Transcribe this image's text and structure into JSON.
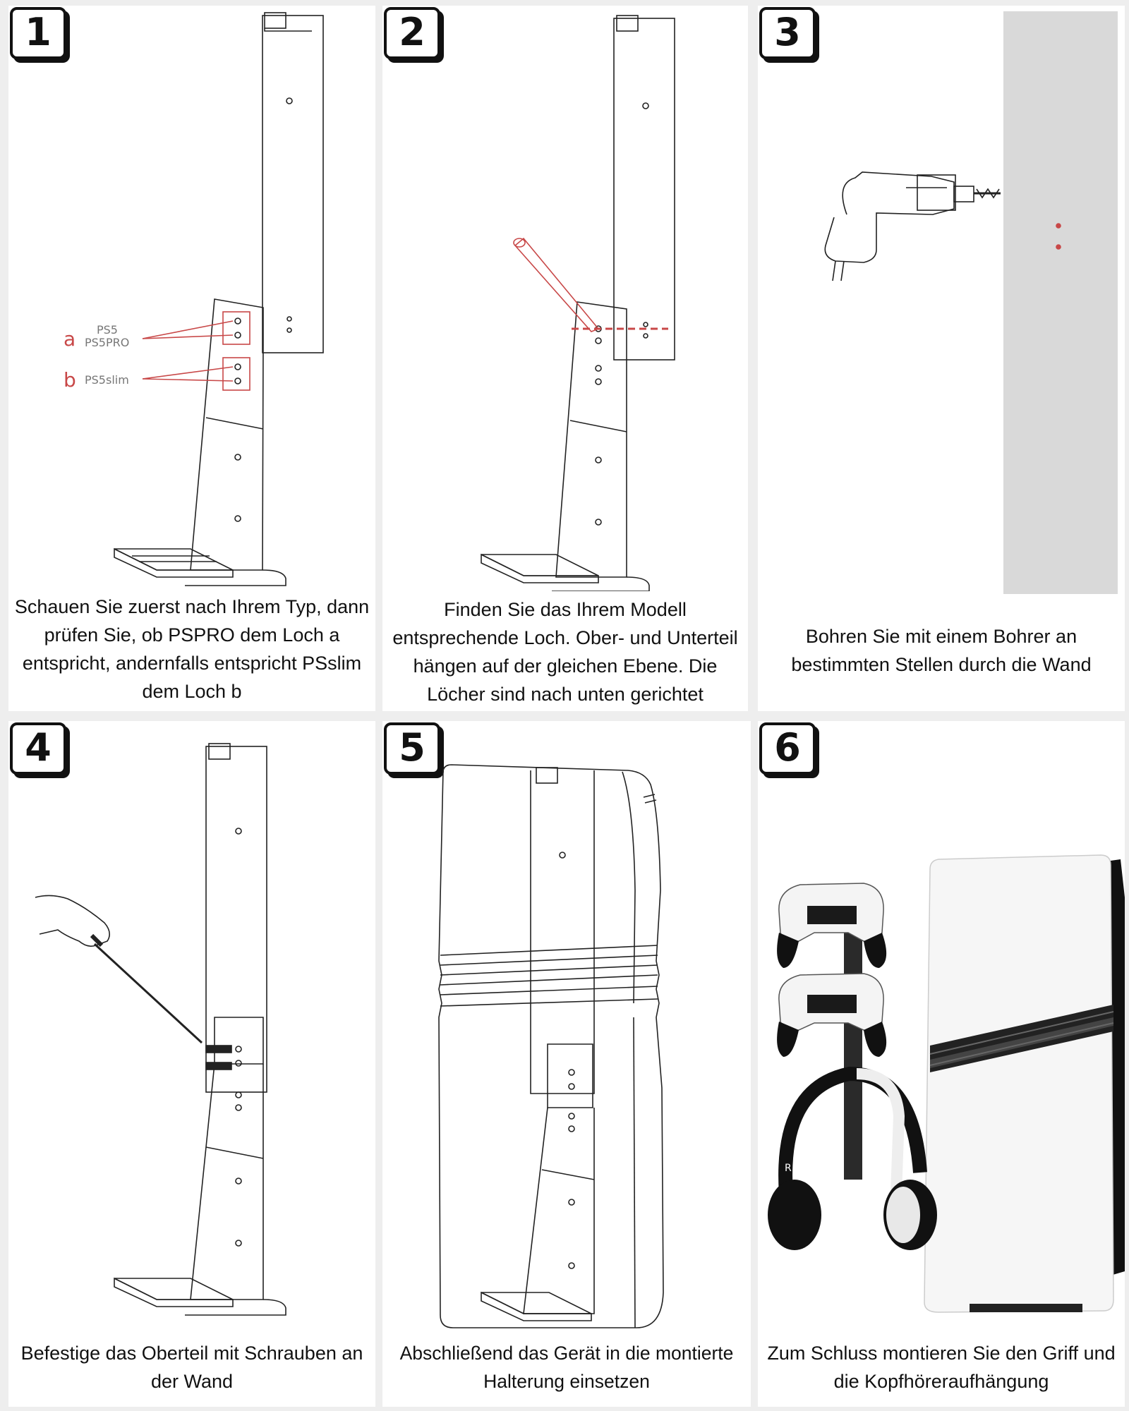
{
  "steps": [
    {
      "number": "1",
      "caption": "Schauen Sie zuerst nach Ihrem Typ, dann prüfen Sie, ob PSPRO dem Loch a entspricht, andernfalls entspricht PSslim dem Loch b",
      "labels": {
        "a_letter": "a",
        "a_model_1": "PS5",
        "a_model_2": "PS5PRO",
        "b_letter": "b",
        "b_model": "PS5slim"
      }
    },
    {
      "number": "2",
      "caption": "Finden Sie das Ihrem Modell entsprechende Loch. Ober- und Unterteil hängen auf der gleichen Ebene. Die Löcher sind nach unten gerichtet"
    },
    {
      "number": "3",
      "caption": "Bohren Sie mit einem Bohrer an bestimmten Stellen durch die Wand"
    },
    {
      "number": "4",
      "caption": "Befestige das Oberteil mit Schrauben an der Wand"
    },
    {
      "number": "5",
      "caption": "Abschließend das Gerät in die montierte Halterung einsetzen"
    },
    {
      "number": "6",
      "caption": "Zum Schluss montieren Sie den Griff und die Kopfhöreraufhängung",
      "labels": {
        "headphone_side": "R"
      }
    }
  ],
  "colors": {
    "background": "#eeeeee",
    "panel": "#ffffff",
    "line": "#222222",
    "accent_red": "#c84848",
    "wall": "#d9d9d9"
  }
}
